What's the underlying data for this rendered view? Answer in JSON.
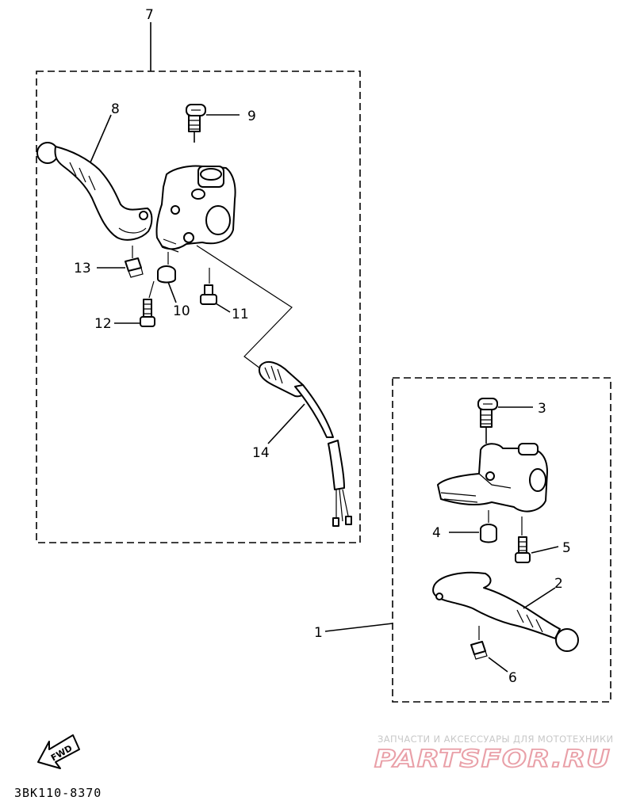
{
  "diagram": {
    "type": "exploded-parts-diagram",
    "callouts": [
      {
        "id": "1",
        "label": "1"
      },
      {
        "id": "2",
        "label": "2"
      },
      {
        "id": "3",
        "label": "3"
      },
      {
        "id": "4",
        "label": "4"
      },
      {
        "id": "5",
        "label": "5"
      },
      {
        "id": "6",
        "label": "6"
      },
      {
        "id": "7",
        "label": "7"
      },
      {
        "id": "8",
        "label": "8"
      },
      {
        "id": "9",
        "label": "9"
      },
      {
        "id": "10",
        "label": "10"
      },
      {
        "id": "11",
        "label": "11"
      },
      {
        "id": "12",
        "label": "12"
      },
      {
        "id": "13",
        "label": "13"
      },
      {
        "id": "14",
        "label": "14"
      }
    ],
    "direction_marker": "FWD",
    "drawing_code": "3BK110-8370"
  },
  "watermark": {
    "tagline": "ЗАПЧАСТИ И АКСЕССУАРЫ ДЛЯ МОТОТЕХНИКИ",
    "logo_text": "PARTSFOR.RU",
    "colors": {
      "logo": "#e9a0a8",
      "tagline": "#c8c8c8"
    }
  }
}
